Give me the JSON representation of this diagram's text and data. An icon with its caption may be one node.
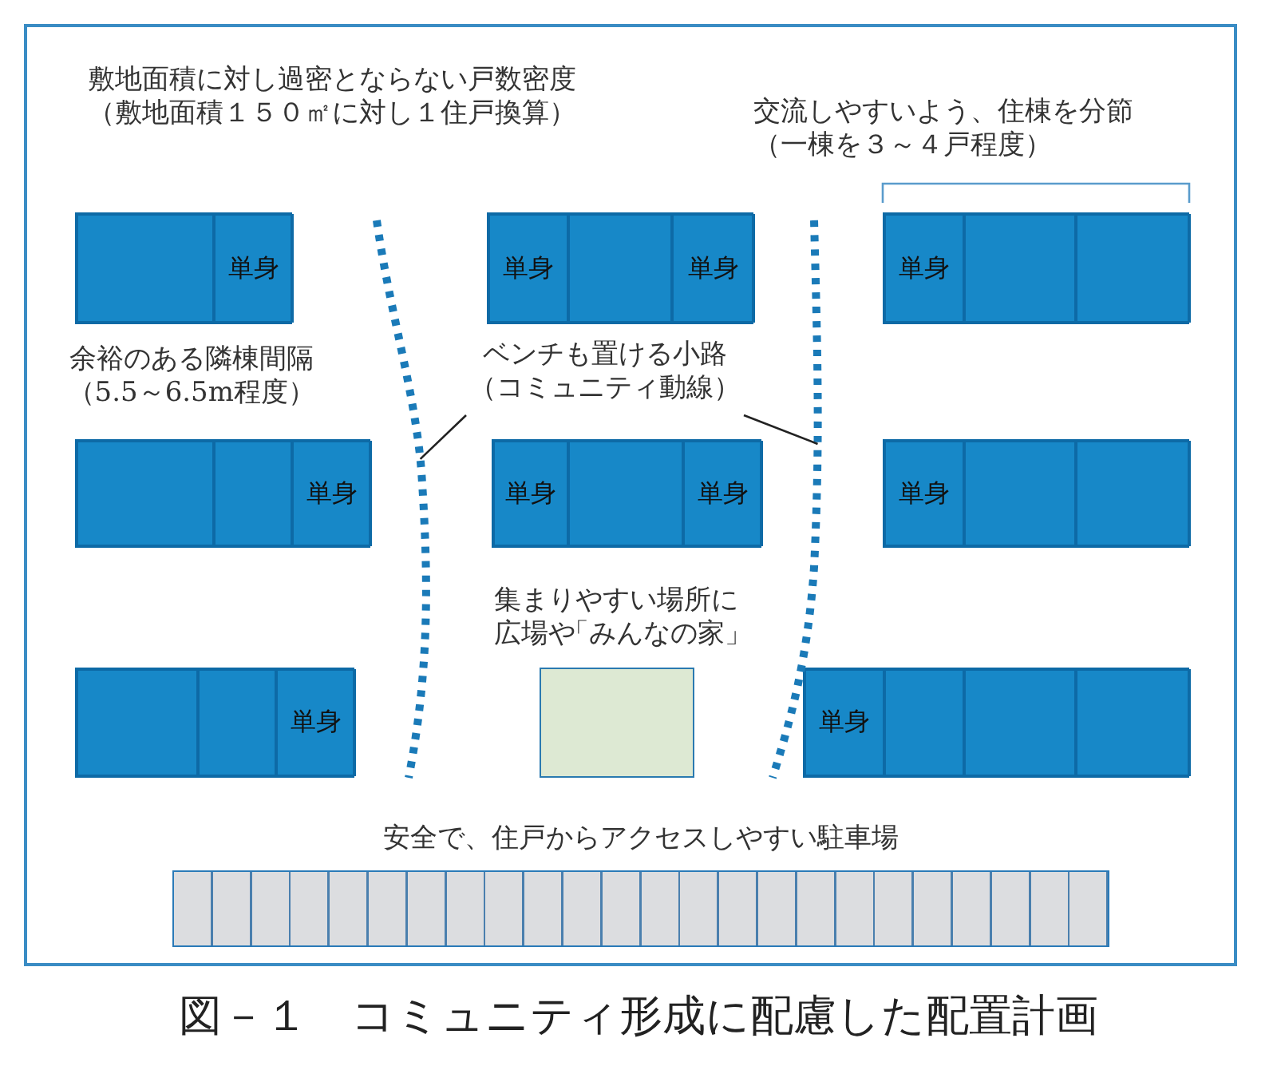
{
  "diagram": {
    "caption": "図－１　コミュニティ形成に配慮した配置計画",
    "nodes": [
      {
        "text": [],
        "shape": "box"
      },
      {
        "text": [],
        "shape": "box",
        "in": 0
      },
      {
        "text": [
          "単身"
        ],
        "in": 0
      },
      {
        "text": [],
        "shape": "box"
      },
      {
        "text": [
          "単身"
        ],
        "in": 3
      },
      {
        "text": [],
        "shape": "box",
        "in": 3
      },
      {
        "text": [
          "単身"
        ],
        "in": 3
      },
      {
        "text": [],
        "shape": "box"
      },
      {
        "text": [
          "単身"
        ],
        "in": 7
      },
      {
        "text": [],
        "shape": "box",
        "in": 7
      },
      {
        "text": [],
        "shape": "box",
        "in": 7
      },
      {
        "text": [],
        "shape": "box"
      },
      {
        "text": [],
        "shape": "box",
        "in": 11
      },
      {
        "text": [],
        "shape": "box",
        "in": 11
      },
      {
        "text": [
          "単身"
        ],
        "in": 11
      },
      {
        "text": [],
        "shape": "box"
      },
      {
        "text": [
          "単身"
        ],
        "in": 15
      },
      {
        "text": [],
        "shape": "box",
        "in": 15
      },
      {
        "text": [
          "単身"
        ],
        "in": 15
      },
      {
        "text": [],
        "shape": "box"
      },
      {
        "text": [
          "単身"
        ],
        "in": 19
      },
      {
        "text": [],
        "shape": "box",
        "in": 19
      },
      {
        "text": [],
        "shape": "box",
        "in": 19
      },
      {
        "text": [],
        "shape": "box"
      },
      {
        "text": [],
        "shape": "box",
        "in": 23
      },
      {
        "text": [],
        "shape": "box",
        "in": 23
      },
      {
        "text": [
          "単身"
        ],
        "in": 23
      },
      {
        "text": [
          "集まりやすい場所に広場や「みんなの家」"
        ]
      },
      {
        "text": [],
        "shape": "box"
      },
      {
        "text": [
          "単身"
        ],
        "in": 28
      },
      {
        "text": [],
        "shape": "box",
        "in": 28
      },
      {
        "text": [],
        "shape": "box",
        "in": 28
      },
      {
        "text": [],
        "shape": "box",
        "in": 28
      },
      {
        "text": [
          "ベンチも置ける小路（コミュニティ動線）"
        ]
      },
      {
        "text": [],
        "shape": "line"
      },
      {
        "text": [],
        "shape": "line"
      },
      {
        "text": [
          "安全で、住戸からアクセスしやすい駐車場"
        ]
      }
    ],
    "edges": [
      {
        "from": 33,
        "to": 34,
        "arrow": "none"
      },
      {
        "from": 33,
        "to": 35,
        "arrow": "none"
      }
    ],
    "labels": [
      "敷地面積に対し過密とならない戸数密度（敷地面積１５０㎡に対し１住戸換算）",
      "交流しやすいよう、住棟を分節（一棟を３～４戸程度）",
      "余裕のある隣棟間隔（5.5～6.5m程度）"
    ]
  }
}
